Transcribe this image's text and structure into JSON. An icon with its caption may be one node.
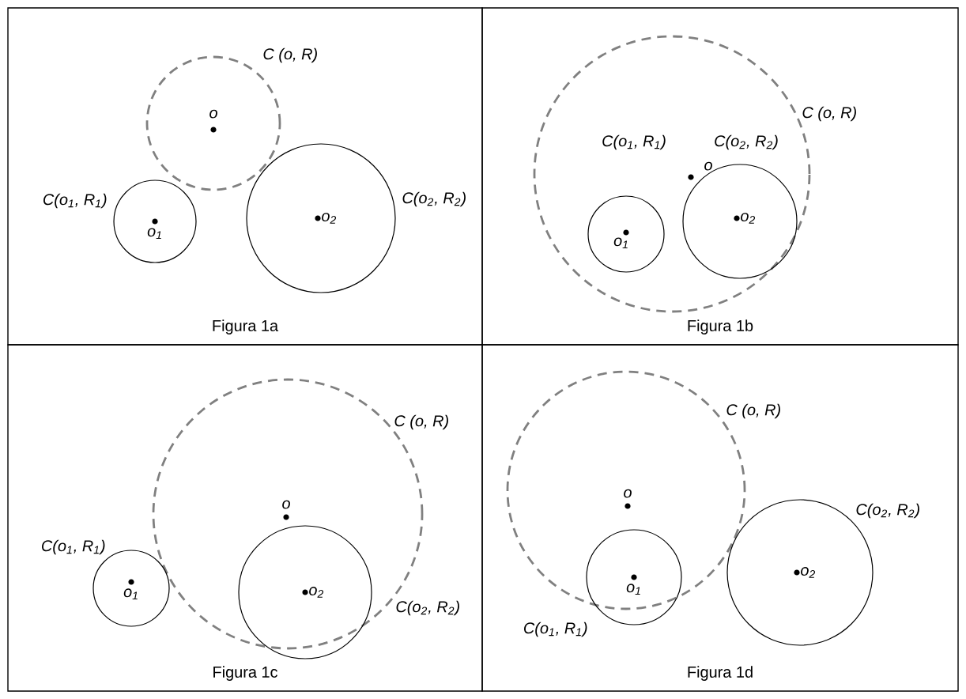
{
  "diagram": {
    "nodes": [
      {
        "text": [
          "Figura 1a"
        ]
      },
      {
        "text": [
          "C (o, R)",
          "o"
        ],
        "in": 0
      },
      {
        "text": [
          "C(o$_{1}$, R$_{1}$)",
          "o$_{1}$"
        ],
        "in": 0
      },
      {
        "text": [
          "C(o$_{2}$, R$_{2}$)",
          "o$_{2}$"
        ],
        "in": 0
      },
      {
        "text": [
          "Figura 1b"
        ]
      },
      {
        "text": [
          "C (o, R)",
          "o"
        ],
        "in": 4
      },
      {
        "text": [
          "C(o$_{1}$, R$_{1}$)",
          "o$_{1}$"
        ],
        "in": 5
      },
      {
        "text": [
          "C(o$_{2}$, R$_{2}$)",
          "o$_{2}$"
        ],
        "in": 5
      },
      {
        "text": [
          "Figura 1c"
        ]
      },
      {
        "text": [
          "C (o, R)",
          "o"
        ],
        "in": 8
      },
      {
        "text": [
          "C(o$_{1}$, R$_{1}$)",
          "o$_{1}$"
        ],
        "in": 8
      },
      {
        "text": [
          "C(o$_{2}$, R$_{2}$)",
          "o$_{2}$"
        ],
        "in": 8
      },
      {
        "text": [
          "Figura 1d"
        ]
      },
      {
        "text": [
          "C (o, R)",
          "o"
        ],
        "in": 12
      },
      {
        "text": [
          "C(o$_{1}$, R$_{1}$)",
          "o$_{1}$"
        ],
        "in": 12
      },
      {
        "text": [
          "C(o$_{2}$, R$_{2}$)",
          "o$_{2}$"
        ],
        "in": 12
      }
    ]
  }
}
